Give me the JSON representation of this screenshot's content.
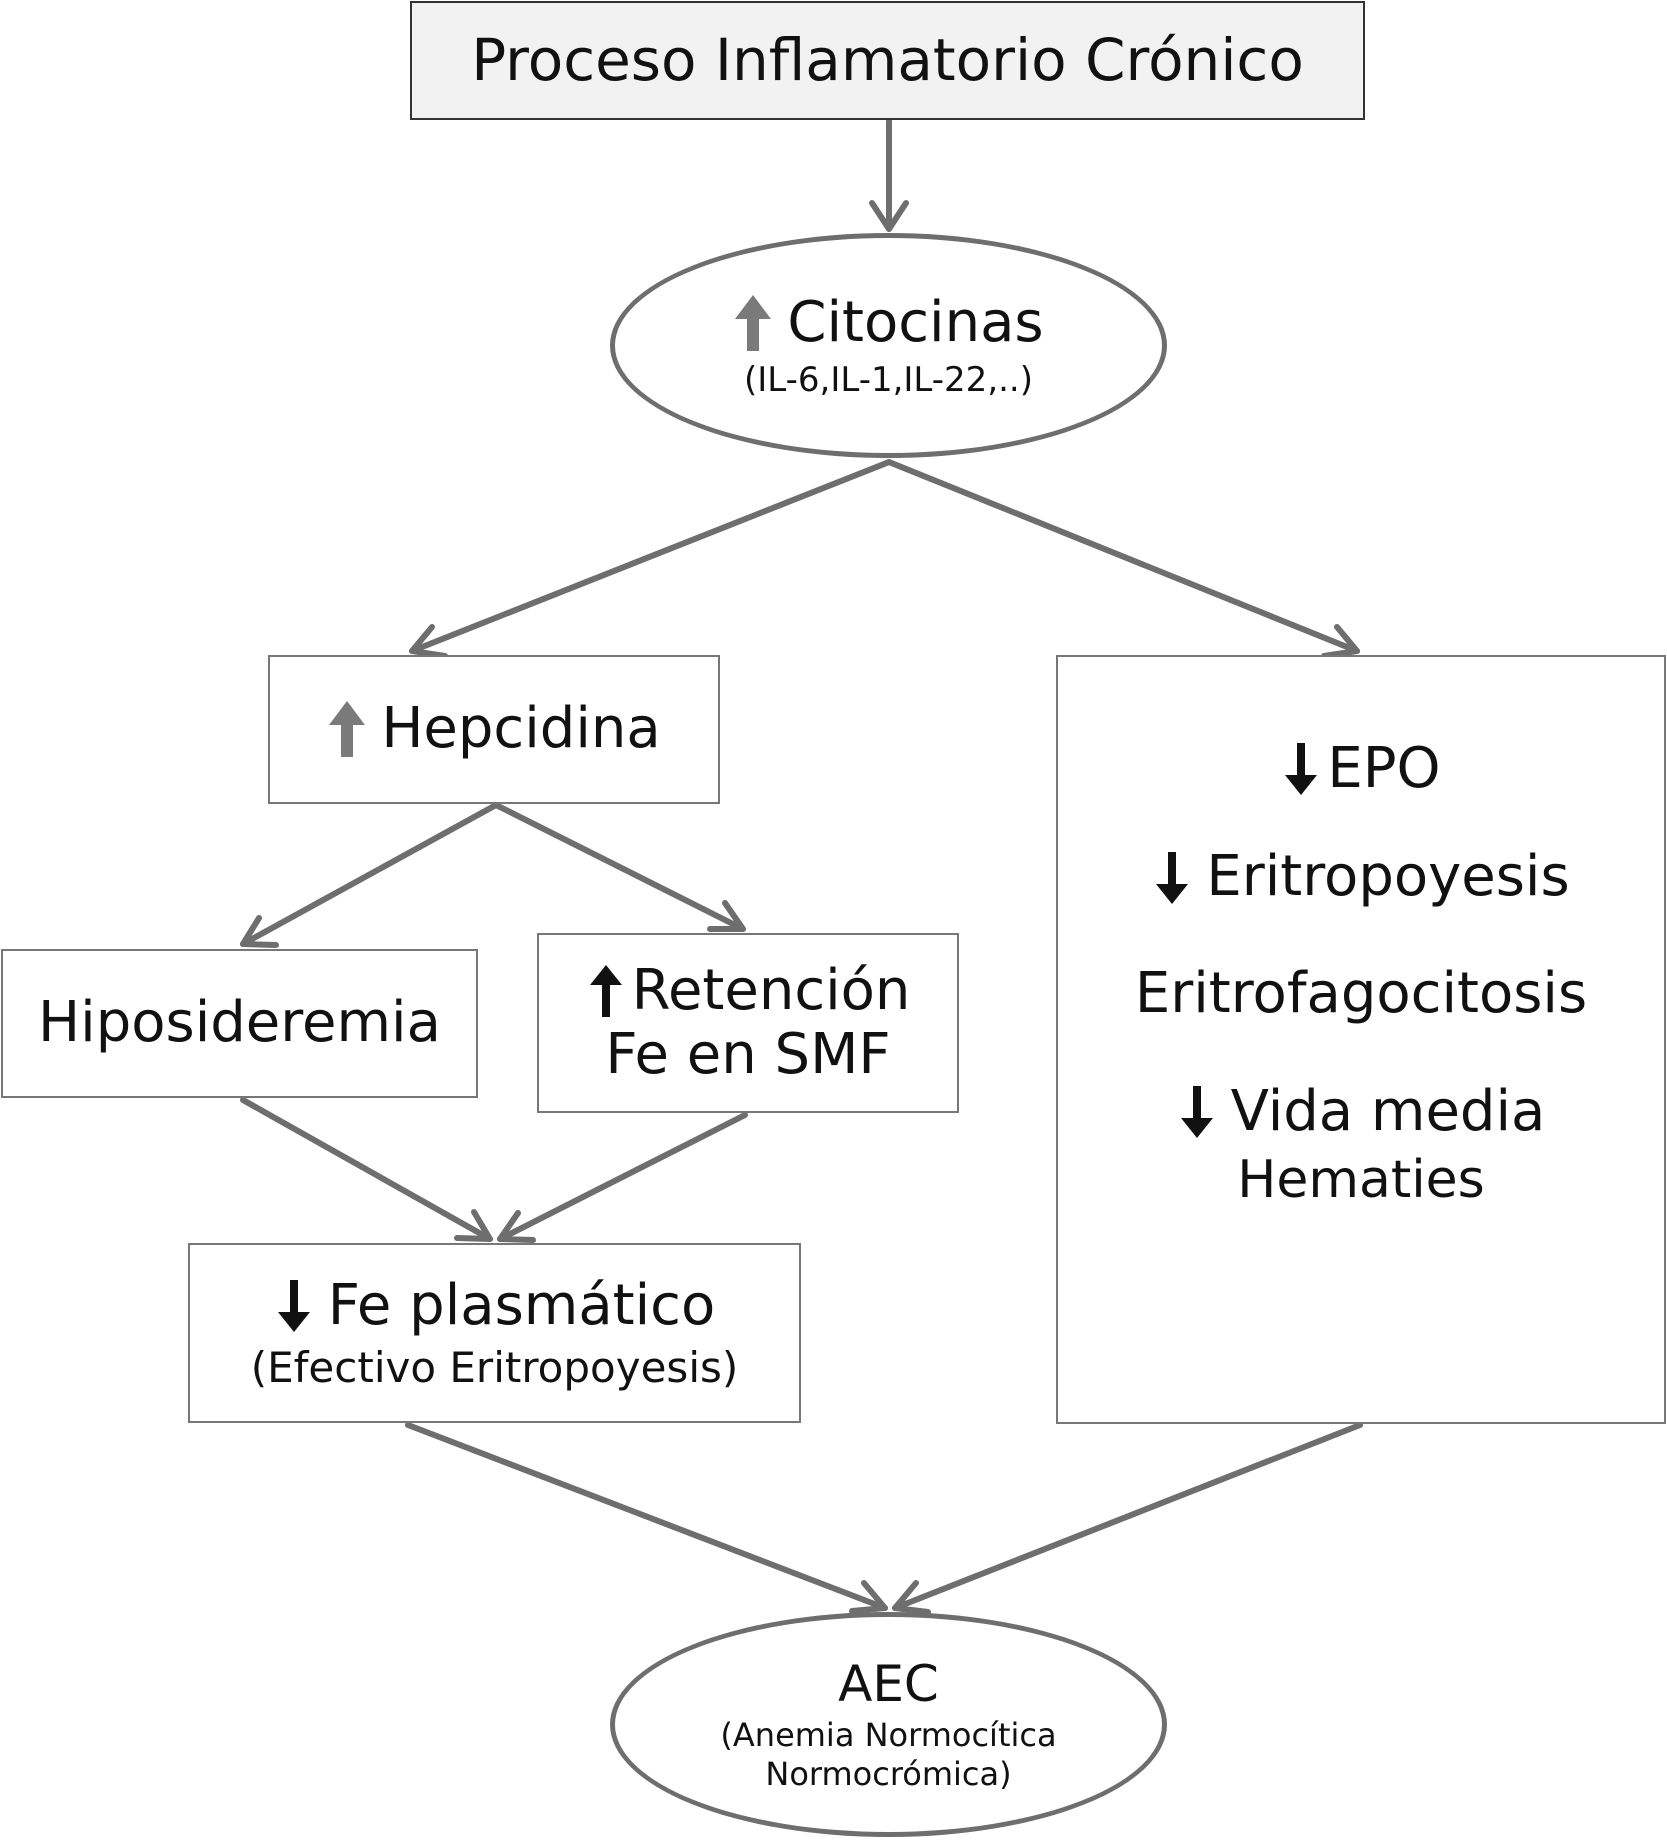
{
  "nodes": {
    "top": {
      "label": "Proceso Inflamatorio Crónico"
    },
    "citocinas": {
      "label": "Citocinas",
      "sublabel": "(IL-6,IL-1,IL-22,..)",
      "indicator": "up-arrow-icon"
    },
    "hepcidina": {
      "label": "Hepcidina",
      "indicator": "up-arrow-icon"
    },
    "epo_box": {
      "items": [
        {
          "label": "EPO",
          "indicator": "down-arrow-icon"
        },
        {
          "label": "Eritropoyesis",
          "indicator": "down-arrow-icon"
        },
        {
          "label": "Eritrofagocitosis"
        },
        {
          "label": "Vida media",
          "label2": "Hematies",
          "indicator": "down-arrow-icon"
        }
      ]
    },
    "hiposideremia": {
      "label": "Hiposideremia"
    },
    "retencion": {
      "label": "Retención",
      "label2": "Fe en SMF",
      "indicator": "up-arrow-icon"
    },
    "fe_plasmatico": {
      "label": "Fe plasmático",
      "sublabel": "(Efectivo Eritropoyesis)",
      "indicator": "down-arrow-icon"
    },
    "aec": {
      "label": "AEC",
      "sublabel": "(Anemia Normocítica",
      "sublabel2": "Normocrómica)"
    }
  },
  "colors": {
    "connector": "#6e6e6e",
    "up_arrow_gray": "#7a7a7a",
    "down_arrow": "#111111",
    "top_box_fill": "#f2f2f2"
  }
}
